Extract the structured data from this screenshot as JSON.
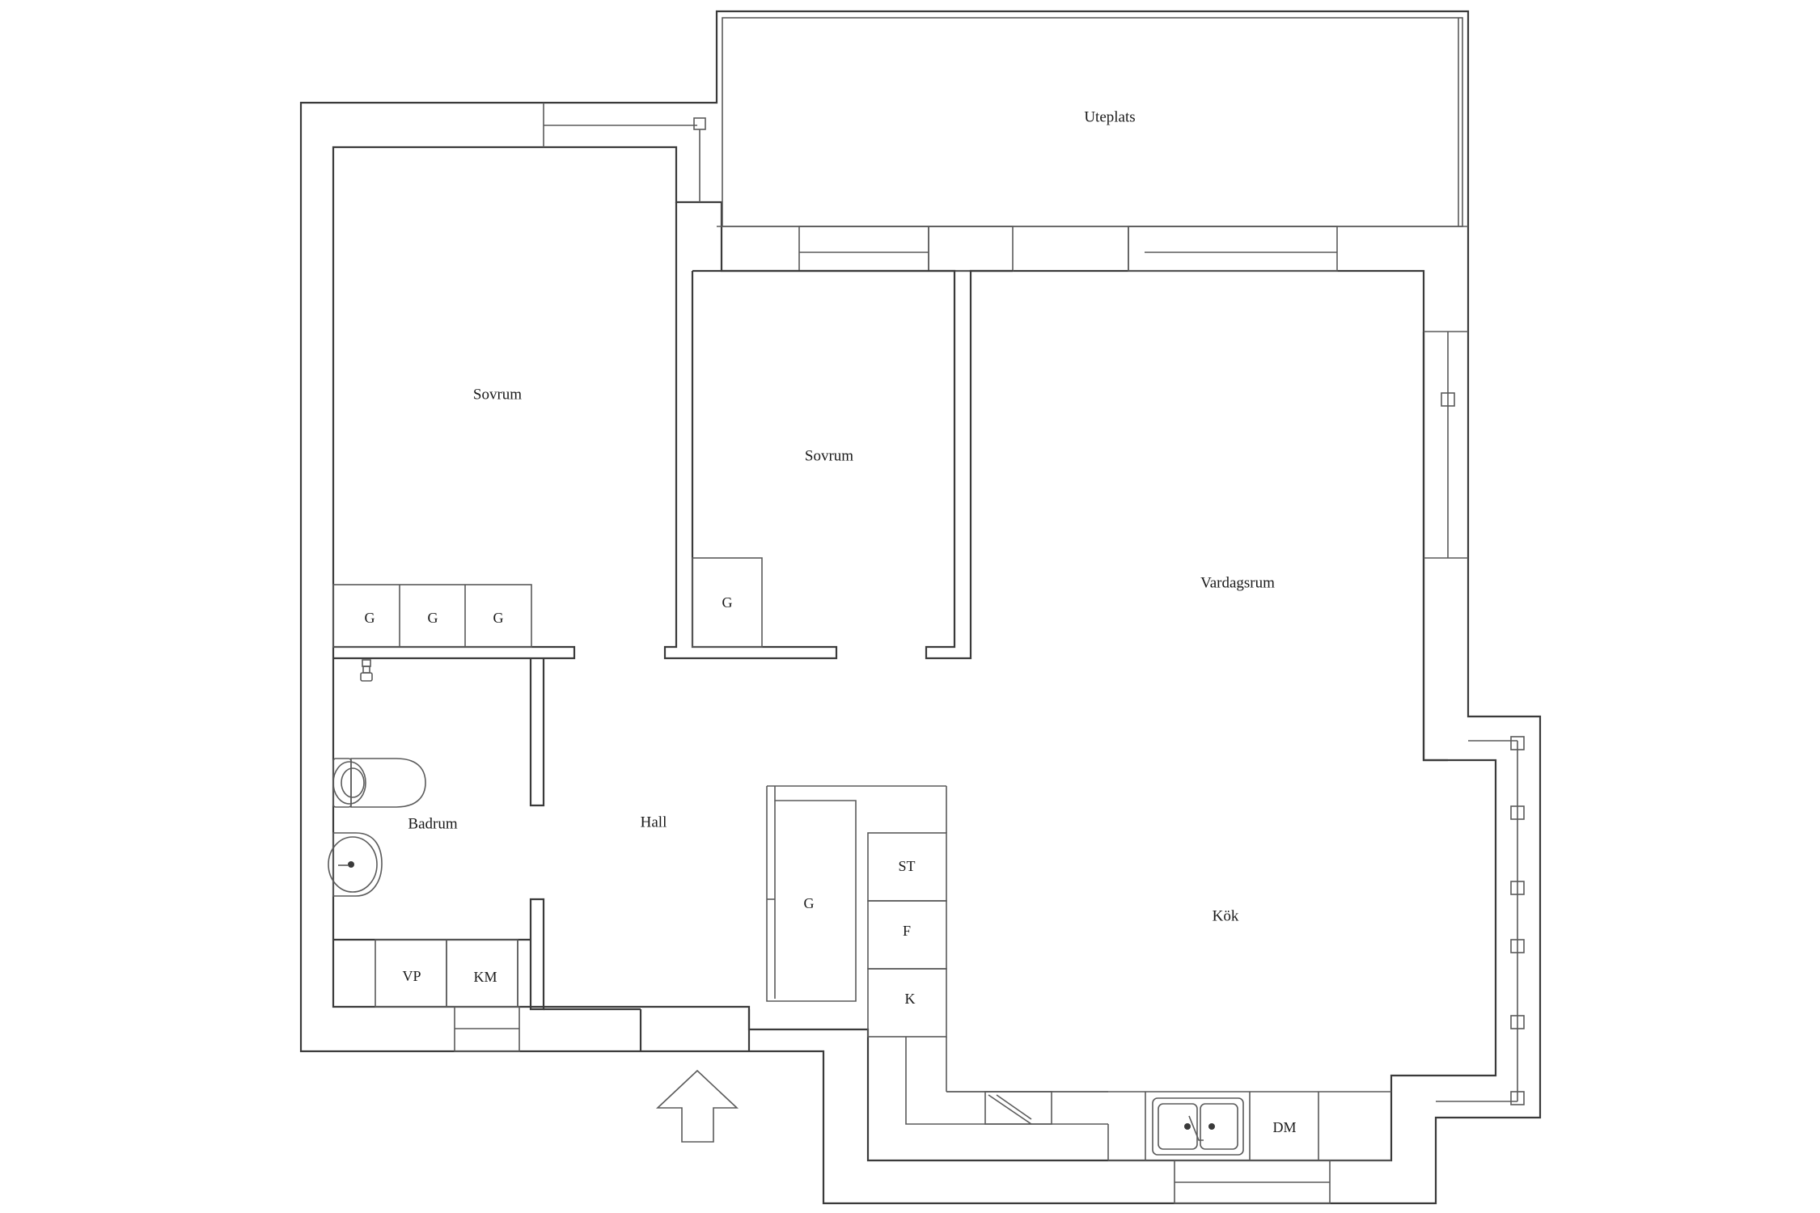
{
  "rooms": {
    "uteplats": "Uteplats",
    "sovrum_1": "Sovrum",
    "sovrum_2": "Sovrum",
    "vardagsrum": "Vardagsrum",
    "hall": "Hall",
    "badrum": "Badrum",
    "kok": "Kök"
  },
  "fixtures": {
    "wardrobe_1": "G",
    "wardrobe_2": "G",
    "wardrobe_3": "G",
    "wardrobe_4": "G",
    "wardrobe_hall": "G",
    "dryer": "VP",
    "washer": "KM",
    "stove": "ST",
    "freezer": "F",
    "fridge": "K",
    "dishwasher": "DM"
  }
}
